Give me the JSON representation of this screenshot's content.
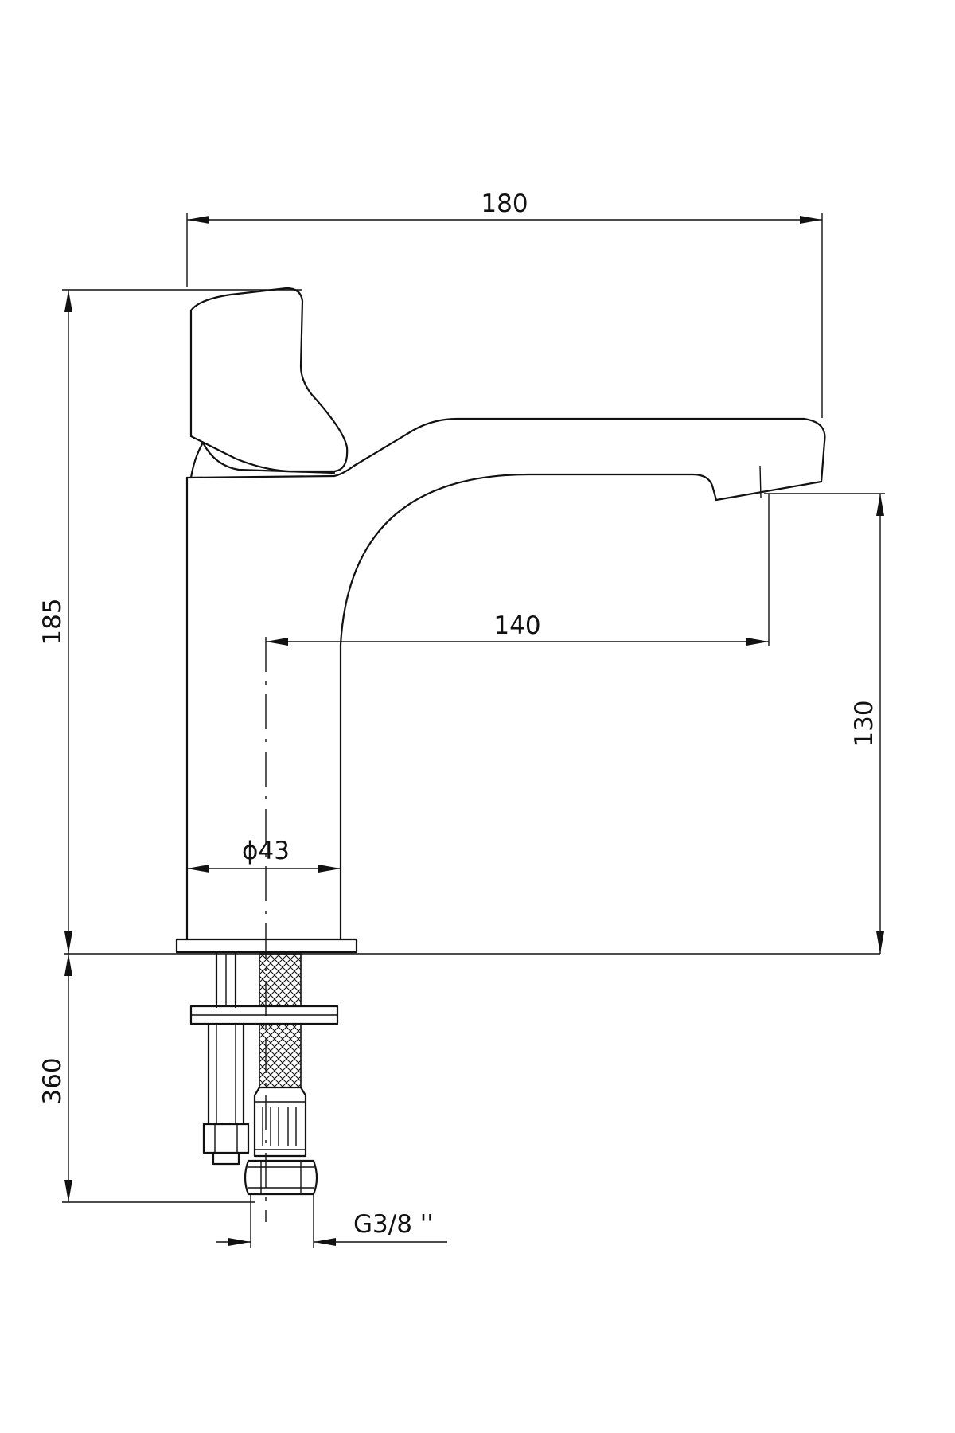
{
  "dimensions": {
    "overall_width": "180",
    "overall_height": "185",
    "spout_reach": "140",
    "spout_height": "130",
    "body_diameter": "ϕ43",
    "hose_length": "360",
    "connection_thread": "G3/8 ''"
  }
}
